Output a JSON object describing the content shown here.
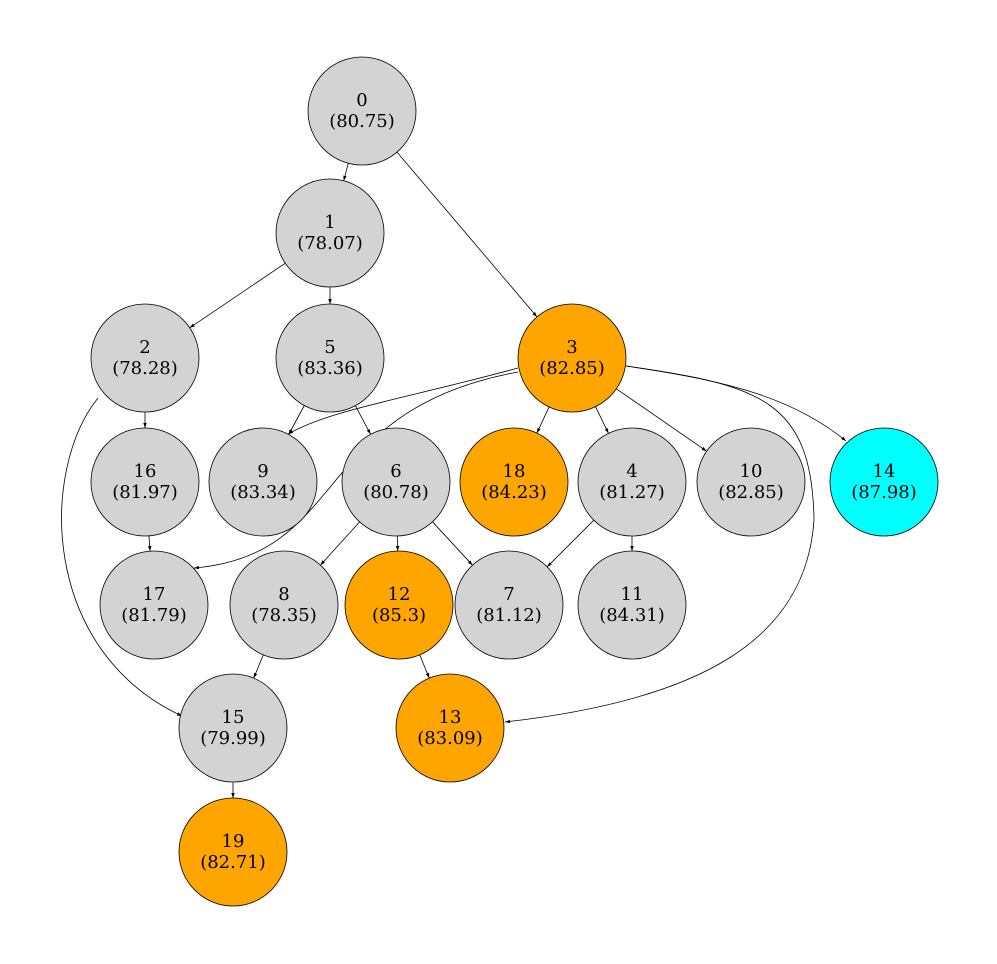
{
  "colors": {
    "default": "#d3d3d3",
    "orange": "#ffa500",
    "cyan": "#00ffff",
    "stroke": "#000000",
    "background": "#ffffff"
  },
  "nodes": [
    {
      "id": "0",
      "value": "(80.75)",
      "color": "default"
    },
    {
      "id": "1",
      "value": "(78.07)",
      "color": "default"
    },
    {
      "id": "2",
      "value": "(78.28)",
      "color": "default"
    },
    {
      "id": "3",
      "value": "(82.85)",
      "color": "orange"
    },
    {
      "id": "4",
      "value": "(81.27)",
      "color": "default"
    },
    {
      "id": "5",
      "value": "(83.36)",
      "color": "default"
    },
    {
      "id": "6",
      "value": "(80.78)",
      "color": "default"
    },
    {
      "id": "7",
      "value": "(81.12)",
      "color": "default"
    },
    {
      "id": "8",
      "value": "(78.35)",
      "color": "default"
    },
    {
      "id": "9",
      "value": "(83.34)",
      "color": "default"
    },
    {
      "id": "10",
      "value": "(82.85)",
      "color": "default"
    },
    {
      "id": "11",
      "value": "(84.31)",
      "color": "default"
    },
    {
      "id": "12",
      "value": "(85.3)",
      "color": "orange"
    },
    {
      "id": "13",
      "value": "(83.09)",
      "color": "orange"
    },
    {
      "id": "14",
      "value": "(87.98)",
      "color": "cyan"
    },
    {
      "id": "15",
      "value": "(79.99)",
      "color": "default"
    },
    {
      "id": "16",
      "value": "(81.97)",
      "color": "default"
    },
    {
      "id": "17",
      "value": "(81.79)",
      "color": "default"
    },
    {
      "id": "18",
      "value": "(84.23)",
      "color": "orange"
    },
    {
      "id": "19",
      "value": "(82.71)",
      "color": "orange"
    }
  ],
  "edges": [
    {
      "from": "0",
      "to": "1"
    },
    {
      "from": "0",
      "to": "3"
    },
    {
      "from": "1",
      "to": "2"
    },
    {
      "from": "1",
      "to": "5"
    },
    {
      "from": "2",
      "to": "16"
    },
    {
      "from": "2",
      "to": "15"
    },
    {
      "from": "5",
      "to": "9"
    },
    {
      "from": "5",
      "to": "6"
    },
    {
      "from": "3",
      "to": "9"
    },
    {
      "from": "3",
      "to": "17"
    },
    {
      "from": "3",
      "to": "18"
    },
    {
      "from": "3",
      "to": "4"
    },
    {
      "from": "3",
      "to": "10"
    },
    {
      "from": "3",
      "to": "14"
    },
    {
      "from": "3",
      "to": "13"
    },
    {
      "from": "16",
      "to": "17"
    },
    {
      "from": "6",
      "to": "8"
    },
    {
      "from": "6",
      "to": "12"
    },
    {
      "from": "6",
      "to": "7"
    },
    {
      "from": "4",
      "to": "7"
    },
    {
      "from": "4",
      "to": "11"
    },
    {
      "from": "8",
      "to": "15"
    },
    {
      "from": "12",
      "to": "13"
    },
    {
      "from": "15",
      "to": "19"
    }
  ]
}
